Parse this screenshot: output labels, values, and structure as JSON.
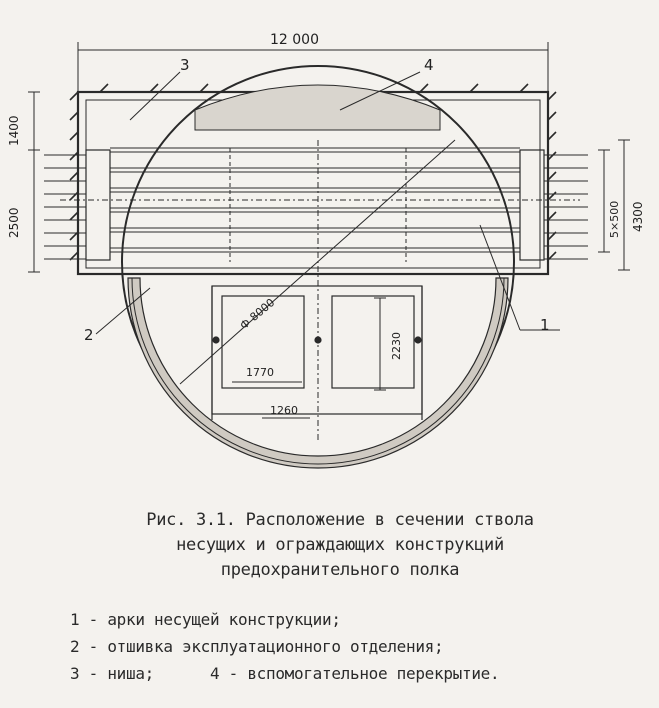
{
  "drawing": {
    "dimensions": {
      "width_total": "12 000",
      "left_top": "1400",
      "left_bottom": "2500",
      "right_total": "4300",
      "right_span": "5×500",
      "diameter": "Ф 8000",
      "vertical": "2230",
      "horiz_a": "1770",
      "horiz_b": "1260"
    },
    "callouts": [
      "1",
      "2",
      "3",
      "4"
    ],
    "colors": {
      "ink": "#2a2a2a",
      "paper": "#f4f2ee",
      "concrete": "#cfcac2"
    }
  },
  "caption": {
    "line1": "Рис. 3.1. Расположение в сечении ствола",
    "line2": "несущих и ограждающих конструкций",
    "line3": "предохранительного полка"
  },
  "legend": {
    "row1": "1 - арки несущей конструкции;",
    "row2": "2 - отшивка эксплуатационного отделения;",
    "row3_a": "3 - ниша;",
    "row3_b": "4 - вспомогательное перекрытие."
  }
}
